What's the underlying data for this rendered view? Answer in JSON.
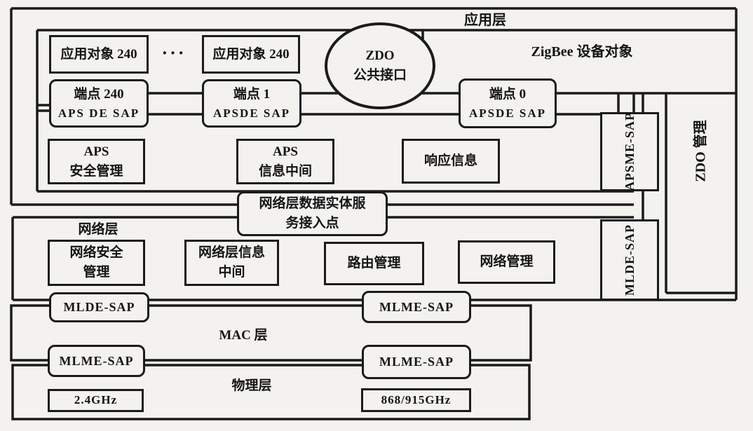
{
  "colors": {
    "background": "#f3f2ef",
    "line": "#1b1b1b",
    "text": "#141414"
  },
  "application_layer": {
    "title": "应用层",
    "zigbee_device_object": "ZigBee 设备对象",
    "app_object_1": "应用对象 240",
    "app_object_2": "应用对象 240",
    "ellipsis": "···",
    "zdo_interface": {
      "line1": "ZDO",
      "line2": "公共接口"
    },
    "endpoint_240": {
      "line1": "端点 240",
      "line2": "APS DE SAP"
    },
    "endpoint_1": {
      "line1": "端点 1",
      "line2": "APSDE SAP"
    },
    "endpoint_0": {
      "line1": "端点 0",
      "line2": "APSDE SAP"
    },
    "aps_security": {
      "line1": "APS",
      "line2": "安全管理"
    },
    "aps_message": {
      "line1": "APS",
      "line2": "信息中间"
    },
    "response_info": "响应信息",
    "apsme_sap": "APSME-SAP",
    "zdo_management": "ZDO 管理"
  },
  "network_layer": {
    "title": "网络层",
    "nlde_sap": {
      "line1": "网络层数据实体服",
      "line2": "务接入点"
    },
    "network_security": {
      "line1": "网络安全",
      "line2": "管理"
    },
    "network_message": {
      "line1": "网络层信息",
      "line2": "中间"
    },
    "routing_management": "路由管理",
    "network_management": "网络管理",
    "mlde_sap": "MLDE-SAP"
  },
  "mac_layer": {
    "title": "MAC 层",
    "mlde_sap": "MLDE-SAP",
    "mlme_sap": "MLME-SAP"
  },
  "phy_layer": {
    "title": "物理层",
    "mlme_sap_left": "MLME-SAP",
    "mlme_sap_right": "MLME-SAP",
    "freq_2_4": "2.4GHz",
    "freq_868_915": "868/915GHz"
  }
}
